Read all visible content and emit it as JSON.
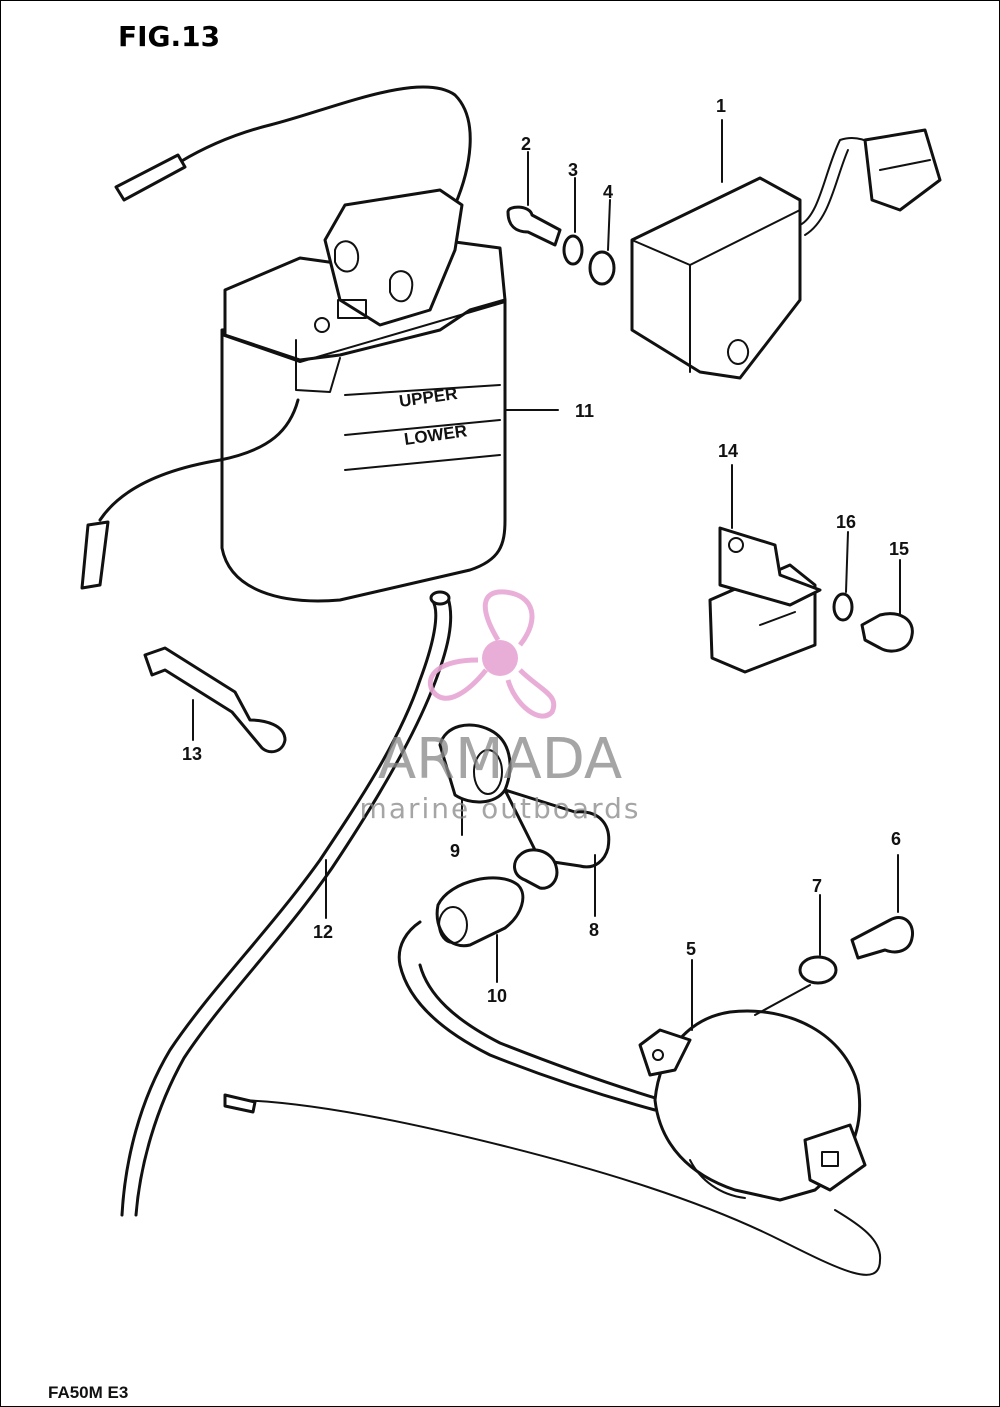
{
  "figure": {
    "title": "FIG.13",
    "model_code": "FA50M E3"
  },
  "watermark": {
    "brand": "ARMADA",
    "tagline": "marine outboards",
    "logo_icon": "propeller-icon",
    "accent_color": "#e7a6d4",
    "text_color": "#8a8a8a"
  },
  "callouts": {
    "c1": "1",
    "c2": "2",
    "c3": "3",
    "c4": "4",
    "c5": "5",
    "c6": "6",
    "c7": "7",
    "c8": "8",
    "c9": "9",
    "c10": "10",
    "c11": "11",
    "c12": "12",
    "c13": "13",
    "c14": "14",
    "c15": "15",
    "c16": "16"
  },
  "battery_markings": {
    "upper": "UPPER",
    "lower": "LOWER"
  }
}
